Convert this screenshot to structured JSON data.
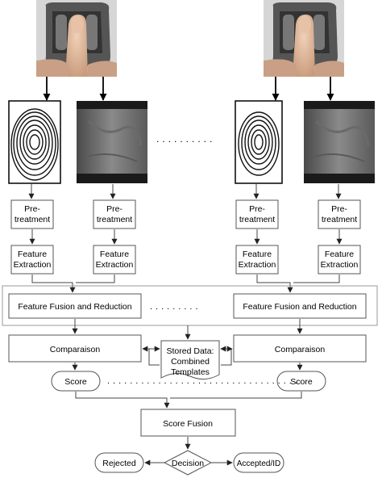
{
  "sensor_images": [
    {
      "description": "finger on sensor"
    },
    {
      "description": "finger on sensor"
    }
  ],
  "modalities": {
    "fingerprint": {
      "description": "fingerprint image"
    },
    "vein": {
      "description": "finger vein image"
    }
  },
  "pipeline": {
    "pretreatment": [
      "Pre-",
      "treatment"
    ],
    "feature_extraction": [
      "Feature",
      "Extraction"
    ],
    "fusion_label": "Feature Fusion and Reduction",
    "comparison_label": "Comparaison",
    "stored_data": [
      "Stored Data:",
      "Combined",
      "Templates"
    ],
    "score_label": "Score",
    "score_fusion_label": "Score Fusion",
    "decision_label": "Decision",
    "rejected_label": "Rejected",
    "accepted_label": "Accepted/ID"
  },
  "colors": {
    "box_stroke": "#555555",
    "arrow": "#333333",
    "image_border": "#000000",
    "background": "#ffffff"
  }
}
